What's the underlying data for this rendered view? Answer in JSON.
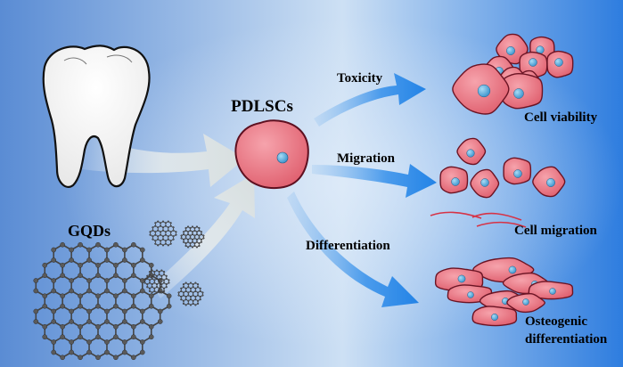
{
  "center_label": "PDLSCs",
  "source_label": "GQDs",
  "paths": [
    {
      "label": "Toxicity",
      "outcome": [
        "Cell viability"
      ]
    },
    {
      "label": "Migration",
      "outcome": [
        "Cell migration"
      ]
    },
    {
      "label": "Differentiation",
      "outcome": [
        "Osteogenic",
        "differentiation"
      ]
    }
  ],
  "colors": {
    "background_left": "#5b8fd6",
    "background_mid": "#cfe2f5",
    "background_right": "#2f7de0",
    "cell_fill": "#e8707f",
    "cell_stroke": "#7a1a2a",
    "nucleus": "#4aa3d8",
    "arrow_blue": "#2d8ae8",
    "arrow_grey": "#dde3e3",
    "migration_trail": "#d63346"
  },
  "icons": [
    "tooth-icon",
    "graphene-lattice-icon",
    "graphene-dot-icon",
    "stem-cell-icon"
  ]
}
